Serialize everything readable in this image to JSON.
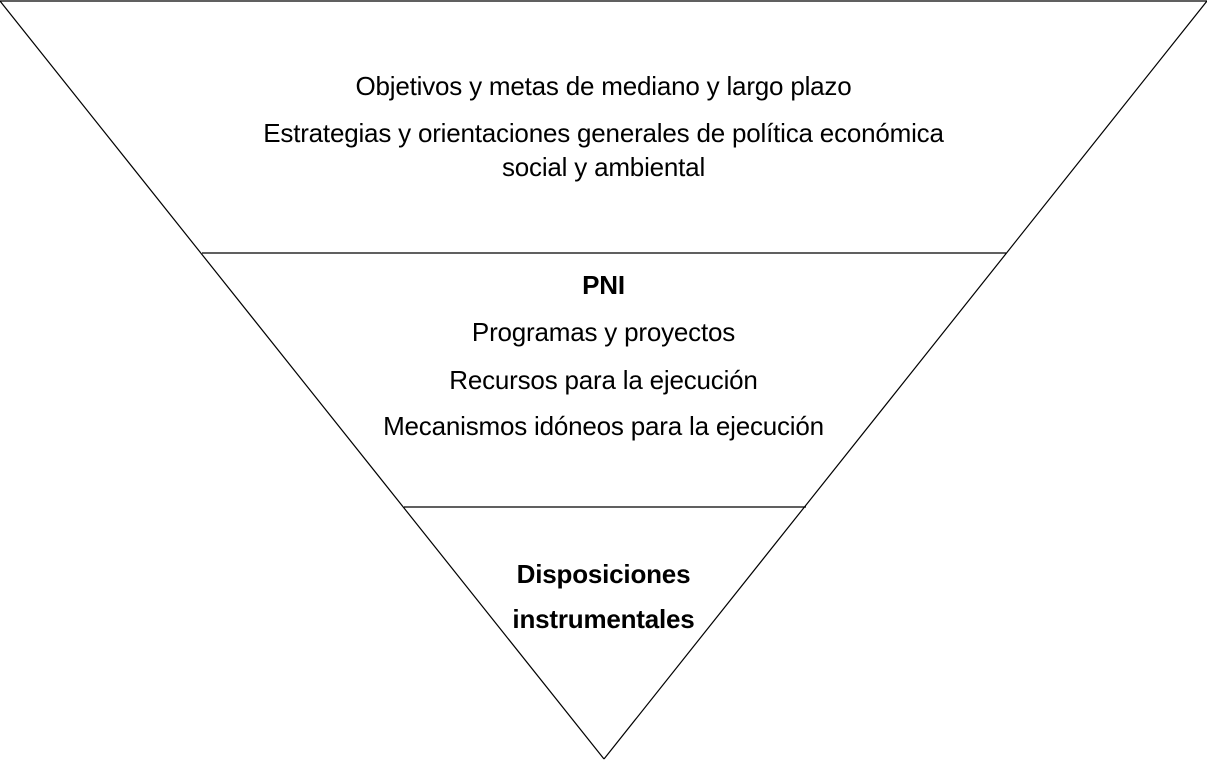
{
  "top_section": {
    "line1": "Objetivos y metas de mediano y largo plazo",
    "line2": "Estrategias y orientaciones generales de política económica",
    "line3": "social y ambiental"
  },
  "middle_section": {
    "title": "PNI",
    "item1": "Programas y proyectos",
    "item2": "Recursos para la ejecución",
    "item3": "Mecanismos idóneos para la ejecución"
  },
  "bottom_section": {
    "line1": "Disposiciones",
    "line2": "instrumentales"
  }
}
